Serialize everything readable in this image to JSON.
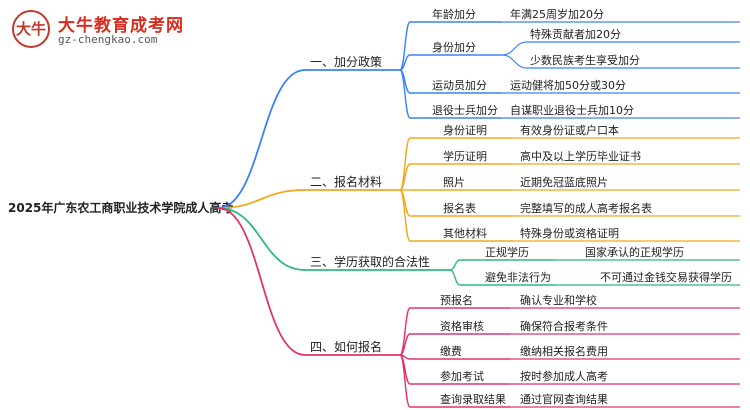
{
  "logo": {
    "title": "大牛教育成考网",
    "url": "gz-chengkao.com",
    "mark_text": "大牛"
  },
  "colors": {
    "branch1": "#3b82f6",
    "branch2": "#f0a81a",
    "branch3": "#2fb87a",
    "branch4": "#e0336b",
    "text": "#222222"
  },
  "diagram": {
    "root": "2025年广东农工商职业技术学院成人高考",
    "branches": [
      {
        "label": "一、加分政策",
        "children": [
          {
            "label": "年龄加分",
            "details": [
              "年满25周岁加20分"
            ]
          },
          {
            "label": "身份加分",
            "details": [
              "特殊贡献者加20分",
              "少数民族考生享受加分"
            ]
          },
          {
            "label": "运动员加分",
            "details": [
              "运动健将加50分或30分"
            ]
          },
          {
            "label": "退役士兵加分",
            "details": [
              "自谋职业退役士兵加10分"
            ]
          }
        ]
      },
      {
        "label": "二、报名材料",
        "children": [
          {
            "label": "身份证明",
            "details": [
              "有效身份证或户口本"
            ]
          },
          {
            "label": "学历证明",
            "details": [
              "高中及以上学历毕业证书"
            ]
          },
          {
            "label": "照片",
            "details": [
              "近期免冠蓝底照片"
            ]
          },
          {
            "label": "报名表",
            "details": [
              "完整填写的成人高考报名表"
            ]
          },
          {
            "label": "其他材料",
            "details": [
              "特殊身份或资格证明"
            ]
          }
        ]
      },
      {
        "label": "三、学历获取的合法性",
        "children": [
          {
            "label": "正规学历",
            "details": [
              "国家承认的正规学历"
            ]
          },
          {
            "label": "避免非法行为",
            "details": [
              "不可通过金钱交易获得学历"
            ]
          }
        ]
      },
      {
        "label": "四、如何报名",
        "children": [
          {
            "label": "预报名",
            "details": [
              "确认专业和学校"
            ]
          },
          {
            "label": "资格审核",
            "details": [
              "确保符合报考条件"
            ]
          },
          {
            "label": "缴费",
            "details": [
              "缴纳相关报名费用"
            ]
          },
          {
            "label": "参加考试",
            "details": [
              "按时参加成人高考"
            ]
          },
          {
            "label": "查询录取结果",
            "details": [
              "通过官网查询结果"
            ]
          }
        ]
      }
    ]
  }
}
